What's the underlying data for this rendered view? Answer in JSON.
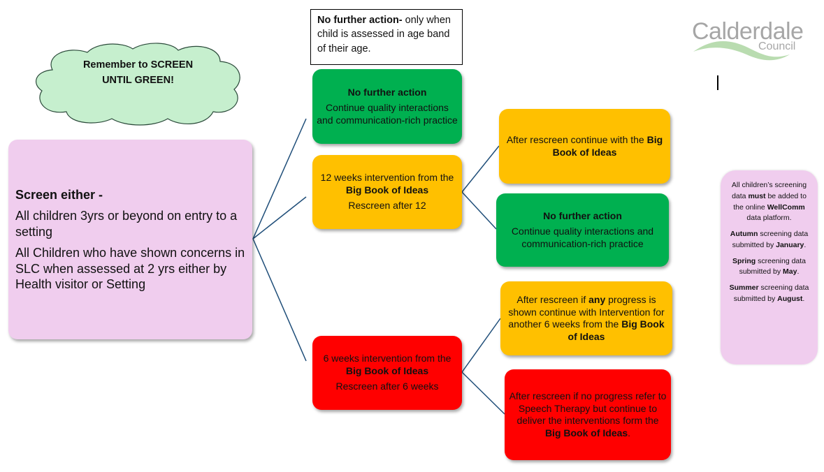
{
  "title": "WellComm screening flow",
  "colors": {
    "green": "#00b050",
    "amber": "#ffc000",
    "red": "#ff0000",
    "pink": "#f0cdee",
    "cloud": "#c6efce",
    "connector": "#1f4e79"
  },
  "logo": {
    "name": "Calderdale",
    "sub": "Council"
  },
  "note": {
    "bold": "No further action-",
    "text": " only when child is assessed in age band of their age."
  },
  "cloud": {
    "line1": "Remember to SCREEN",
    "line2": "UNTIL GREEN!"
  },
  "screen_box": {
    "heading": "Screen either -",
    "item1": "All children 3yrs or beyond on entry to a setting",
    "item2": "All Children who have shown concerns in SLC when assessed at 2 yrs either by Health visitor or Setting"
  },
  "level1": {
    "green": {
      "title": "No further action",
      "text": "Continue quality interactions and communication-rich practice"
    },
    "amber": {
      "pre": "12 weeks intervention from the ",
      "bold": "Big Book of Ideas",
      "rescreen": "Rescreen after 12"
    },
    "red": {
      "pre": "6 weeks intervention from the ",
      "bold": "Big Book of Ideas",
      "rescreen": "Rescreen after 6 weeks"
    }
  },
  "level2": {
    "amber_continue": {
      "pre": "After rescreen continue with the ",
      "bold": "Big Book of Ideas"
    },
    "green_nfa": {
      "title": "No further action",
      "text": "Continue quality interactions and communication-rich practice"
    },
    "amber_progress": {
      "pre": "After rescreen if ",
      "bold1": "any",
      "mid": " progress is shown continue with Intervention for another 6 weeks from the ",
      "bold2": "Big Book of Ideas"
    },
    "red_refer": {
      "pre": "After rescreen if no progress refer to Speech Therapy but continue to deliver the interventions form the ",
      "bold": "Big Book of Ideas",
      "post": "."
    }
  },
  "info_box": {
    "p1_pre": "All children’s screening data ",
    "p1_bold": "must",
    "p1_mid": " be added to the online ",
    "p1_bold2": "WellComm",
    "p1_post": " data platform.",
    "autumn_bold": "Autumn",
    "autumn_text": " screening data submitted by ",
    "autumn_month": "January",
    "spring_bold": "Spring",
    "spring_text": " screening data submitted by ",
    "spring_month": "May",
    "summer_bold": "Summer",
    "summer_text": " screening data submitted by ",
    "summer_month": "August",
    "period": "."
  }
}
